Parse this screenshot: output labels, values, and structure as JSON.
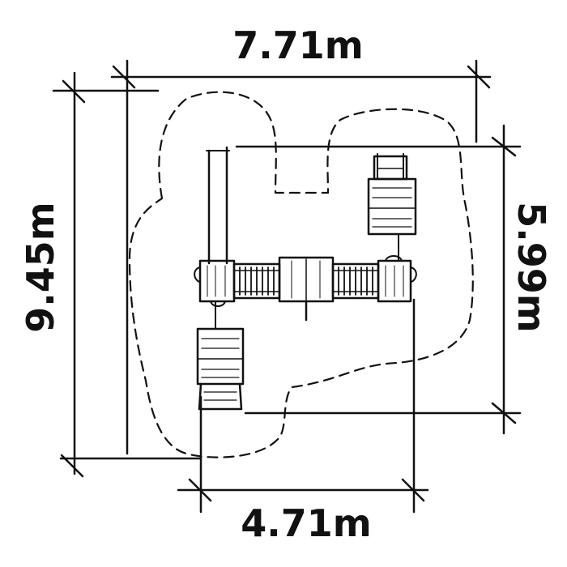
{
  "dimensions": {
    "top": "7.71m",
    "left": "9.45m",
    "right": "5.99m",
    "bottom": "4.71m"
  }
}
